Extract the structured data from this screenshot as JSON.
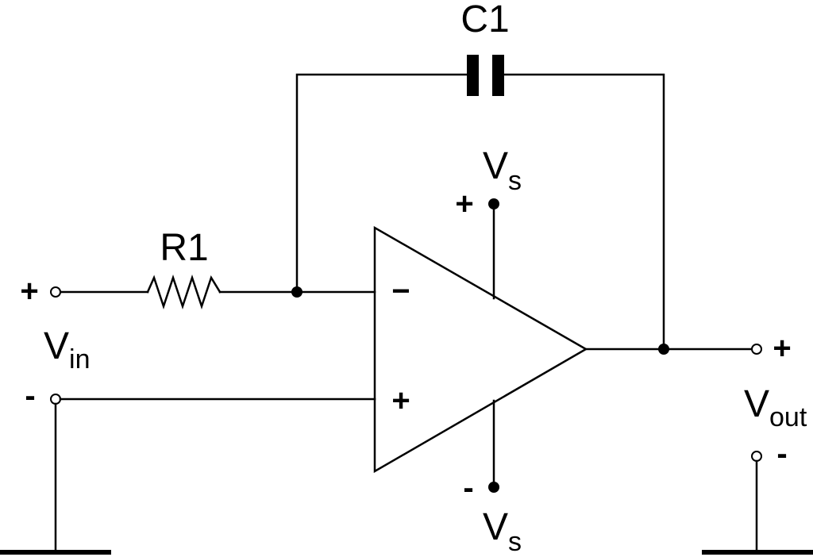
{
  "components": {
    "capacitor": {
      "label": "C1"
    },
    "resistor": {
      "label": "R1"
    }
  },
  "supply": {
    "positive": {
      "sign": "+",
      "symbol": "V",
      "subscript": "s"
    },
    "negative": {
      "sign": "-",
      "symbol": "V",
      "subscript": "s"
    }
  },
  "opamp": {
    "inverting_input": "−",
    "noninverting_input": "+"
  },
  "input": {
    "plus_sign": "+",
    "minus_sign": "-",
    "symbol": "V",
    "subscript": "in"
  },
  "output": {
    "plus_sign": "+",
    "minus_sign": "-",
    "symbol": "V",
    "subscript": "out"
  }
}
